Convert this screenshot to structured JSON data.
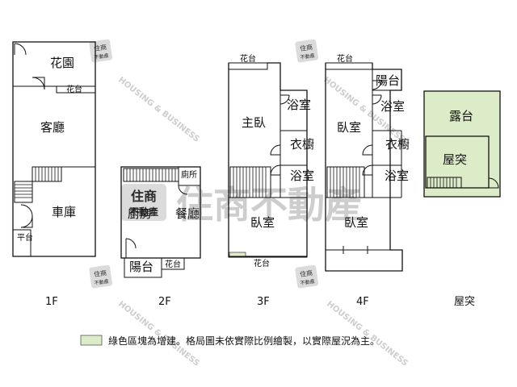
{
  "floors": {
    "f1": {
      "label": "1F",
      "rooms": {
        "garden": "花園",
        "living": "客廳",
        "garage": "車庫"
      },
      "labels": {
        "planter": "花台",
        "platform": "平台"
      }
    },
    "f2": {
      "label": "2F",
      "rooms": {
        "kitchen": "廚房",
        "dining": "餐廳",
        "balcony": "陽台"
      },
      "labels": {
        "toilet": "廁所",
        "planter": "花台"
      }
    },
    "f3": {
      "label": "3F",
      "rooms": {
        "master": "主臥",
        "bath1": "浴室",
        "closet": "衣櫥",
        "bath2": "浴室",
        "bedroom": "臥室"
      },
      "labels": {
        "planter_top": "花台",
        "planter_bottom": "花台"
      }
    },
    "f4": {
      "label": "4F",
      "rooms": {
        "bedroom1": "臥室",
        "balcony": "陽台",
        "bath1": "浴室",
        "closet": "衣櫥",
        "bath2": "浴室",
        "bedroom2": "臥室"
      },
      "labels": {
        "planter_top": "花台"
      }
    },
    "roof": {
      "label": "屋突",
      "rooms": {
        "terrace": "露台",
        "penthouse": "屋突"
      }
    }
  },
  "legend": {
    "text": "綠色區塊為增建。格局圖未依實際比例繪製，以實際屋況為主。",
    "swatch_color": "#dcecc8"
  },
  "watermark": {
    "brand": "住商不動產",
    "english": "HOUSING & BUSINESS",
    "stamp_line1": "住商",
    "stamp_line2": "不動產"
  },
  "colors": {
    "addition": "#dcecc8",
    "wall": "#111111"
  }
}
